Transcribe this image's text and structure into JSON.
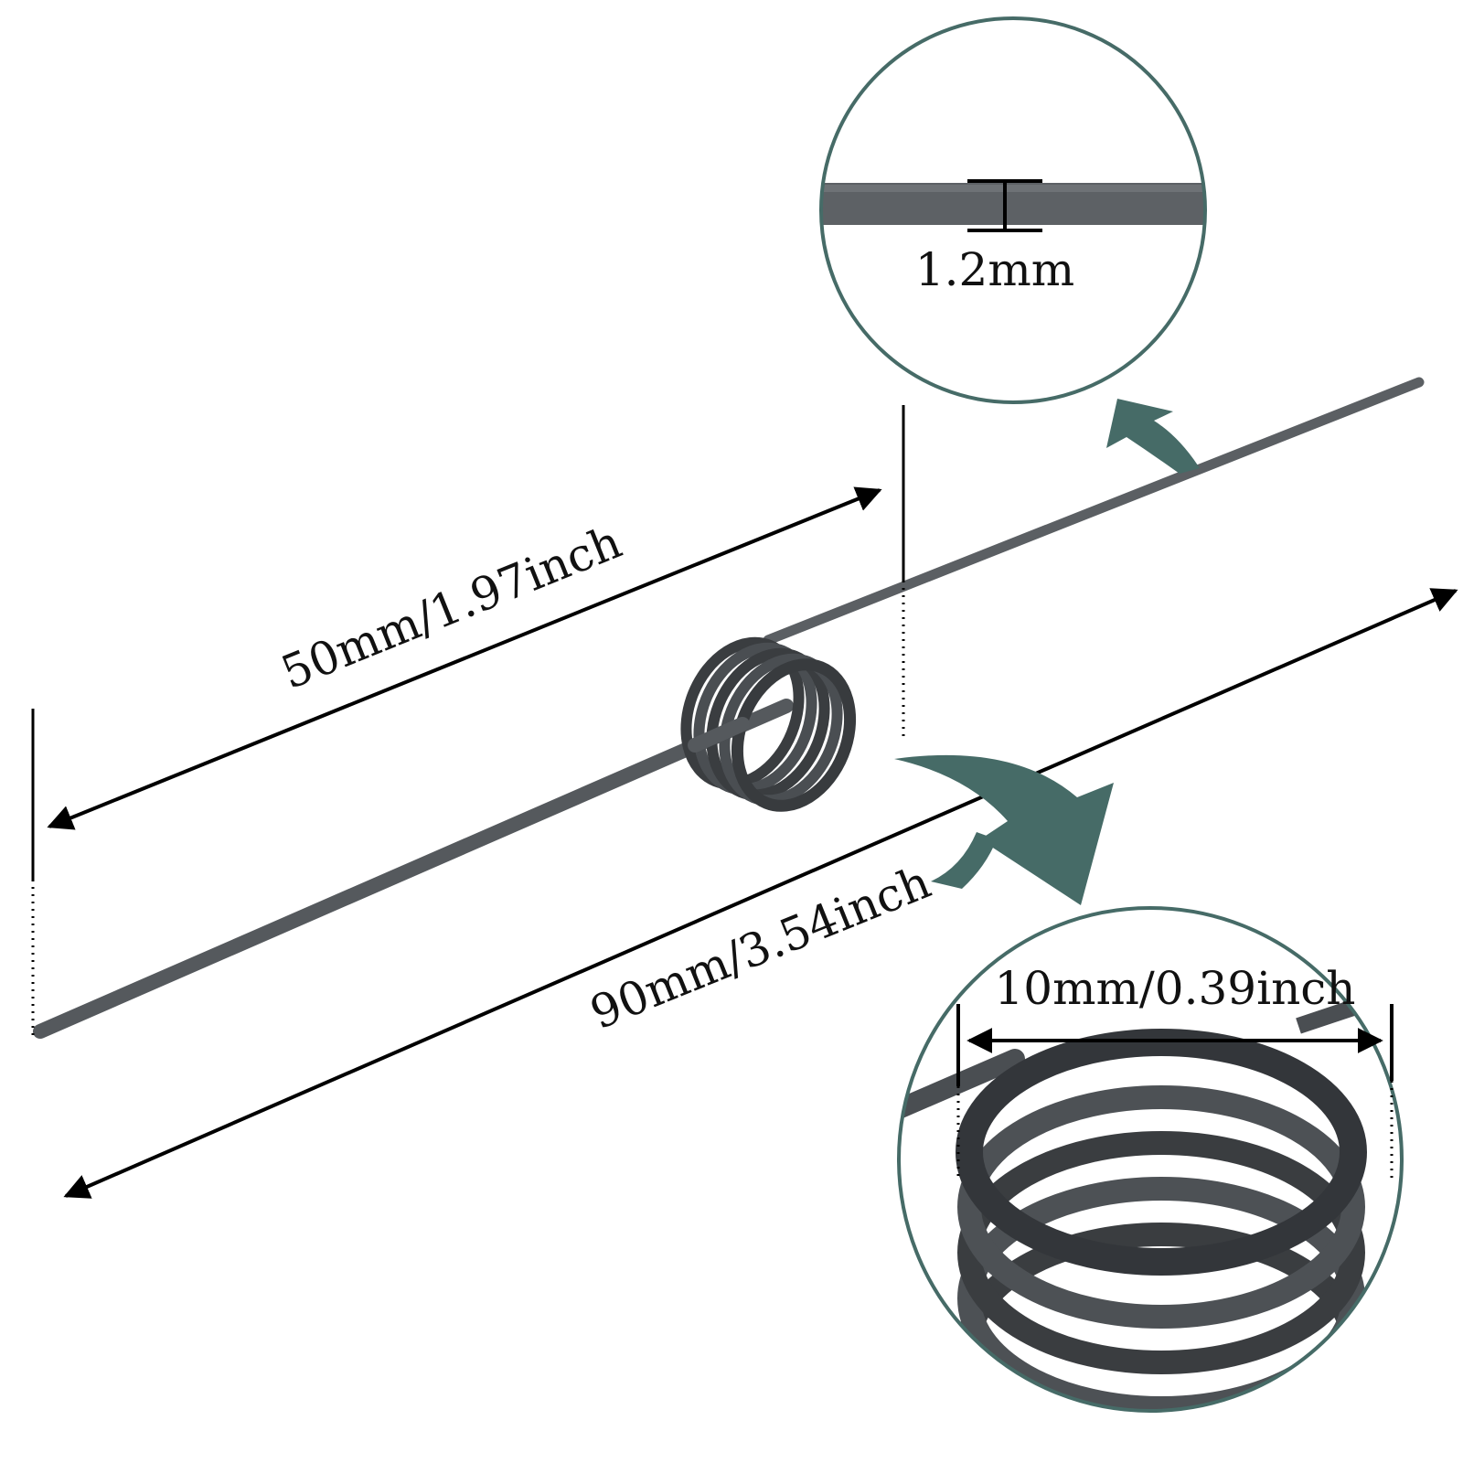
{
  "colors": {
    "background": "#ffffff",
    "wire": "#62666a",
    "wire_dark": "#3a3d40",
    "accent_teal": "#466b67",
    "annotation": "#000000"
  },
  "labels": {
    "wire_diameter": "1.2mm",
    "short_leg_length": "50mm/1.97inch",
    "total_length": "90mm/3.54inch",
    "coil_outer_diameter": "10mm/0.39inch"
  },
  "icons": {
    "up_arrow": "teal-curved-arrow-icon",
    "down_arrow": "teal-curved-arrow-icon"
  }
}
